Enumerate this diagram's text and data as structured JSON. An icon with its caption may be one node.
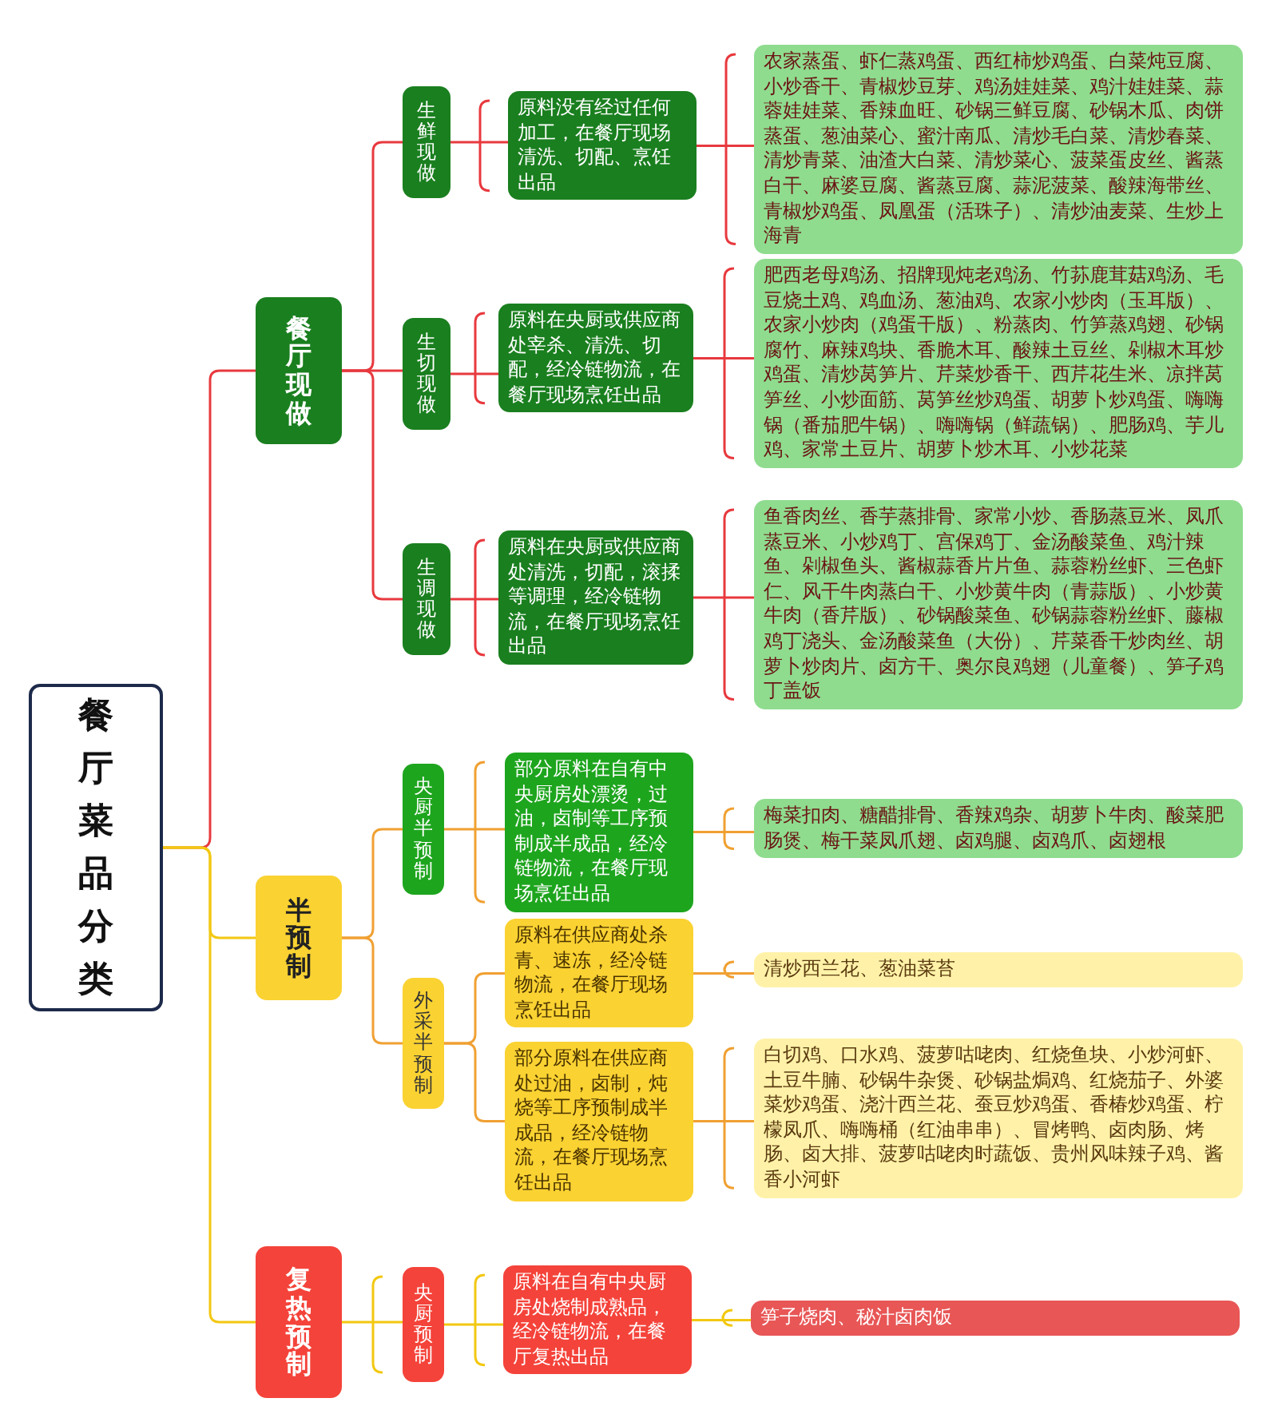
{
  "diagram": {
    "nodes": [
      {
        "text": [
          "餐厅菜品分类"
        ]
      },
      {
        "text": [
          "餐厅现做"
        ]
      },
      {
        "text": [
          "生鲜现做"
        ]
      },
      {
        "text": [
          "原料没有经过任何加工，在餐厅现场清洗、切配、烹饪出品"
        ]
      },
      {
        "text": [
          "农家蒸蛋、虾仁蒸鸡蛋、西红柿炒鸡蛋、白菜炖豆腐、小炒香干、青椒炒豆芽、鸡汤娃娃菜、鸡汁娃娃菜、蒜蓉娃娃菜、香辣血旺、砂锅三鲜豆腐、砂锅木瓜、肉饼蒸蛋、葱油菜心、蜜汁南瓜、清炒毛白菜、清炒春菜、清炒青菜、油渣大白菜、清炒菜心、菠菜蛋皮丝、酱蒸白干、麻婆豆腐、酱蒸豆腐、蒜泥菠菜、酸辣海带丝、青椒炒鸡蛋、凤凰蛋（活珠子）、清炒油麦菜、生炒上海青"
        ]
      },
      {
        "text": [
          "生切现做"
        ]
      },
      {
        "text": [
          "原料在央厨或供应商处宰杀、清洗、切配，经冷链物流，在餐厅现场烹饪出品"
        ]
      },
      {
        "text": [
          "肥西老母鸡汤、招牌现炖老鸡汤、竹荪鹿茸菇鸡汤、毛豆烧土鸡、鸡血汤、葱油鸡、农家小炒肉（玉耳版）、农家小炒肉（鸡蛋干版）、粉蒸肉、竹笋蒸鸡翅、砂锅腐竹、麻辣鸡块、香脆木耳、酸辣土豆丝、剁椒木耳炒鸡蛋、清炒莴笋片、芹菜炒香干、西芹花生米、凉拌莴笋丝、小炒面筋、莴笋丝炒鸡蛋、胡萝卜炒鸡蛋、嗨嗨锅（番茄肥牛锅）、嗨嗨锅（鲜蔬锅）、肥肠鸡、芋儿鸡、家常土豆片、胡萝卜炒木耳、小炒花菜"
        ]
      },
      {
        "text": [
          "生调现做"
        ]
      },
      {
        "text": [
          "原料在央厨或供应商处清洗，切配，滚揉等调理，经冷链物流，在餐厅现场烹饪出品"
        ]
      },
      {
        "text": [
          "鱼香肉丝、香芋蒸排骨、家常小炒、香肠蒸豆米、凤爪蒸豆米、小炒鸡丁、宫保鸡丁、金汤酸菜鱼、鸡汁辣鱼、剁椒鱼头、酱椒蒜香片片鱼、蒜蓉粉丝虾、三色虾仁、风干牛肉蒸白干、小炒黄牛肉（青蒜版）、小炒黄牛肉（香芹版）、砂锅酸菜鱼、砂锅蒜蓉粉丝虾、藤椒鸡丁浇头、金汤酸菜鱼（大份）、芹菜香干炒肉丝、胡萝卜炒肉片、卤方干、奥尔良鸡翅（儿童餐）、笋子鸡丁盖饭"
        ]
      },
      {
        "text": [
          "半预制"
        ]
      },
      {
        "text": [
          "央厨半预制"
        ]
      },
      {
        "text": [
          "部分原料在自有中央厨房处漂烫，过油，卤制等工序预制成半成品，经冷链物流，在餐厅现场烹饪出品"
        ]
      },
      {
        "text": [
          "梅菜扣肉、糖醋排骨、香辣鸡杂、胡萝卜牛肉、酸菜肥肠煲、梅干菜凤爪翅、卤鸡腿、卤鸡爪、卤翅根"
        ]
      },
      {
        "text": [
          "外采半预制"
        ]
      },
      {
        "text": [
          "原料在供应商处杀青、速冻，经冷链物流，在餐厅现场烹饪出品"
        ]
      },
      {
        "text": [
          "清炒西兰花、葱油菜苔"
        ]
      },
      {
        "text": [
          "部分原料在供应商处过油，卤制，炖烧等工序预制成半成品，经冷链物流，在餐厅现场烹饪出品"
        ]
      },
      {
        "text": [
          "白切鸡、口水鸡、菠萝咕咾肉、红烧鱼块、小炒河虾、土豆牛腩、砂锅牛杂煲、砂锅盐焗鸡、红烧茄子、外婆菜炒鸡蛋、浇汁西兰花、蚕豆炒鸡蛋、香椿炒鸡蛋、柠檬凤爪、嗨嗨桶（红油串串）、冒烤鸭、卤肉肠、烤肠、卤大排、菠萝咕咾肉时蔬饭、贵州风味辣子鸡、酱香小河虾"
        ]
      },
      {
        "text": [
          "复热预制"
        ]
      },
      {
        "text": [
          "央厨预制"
        ]
      },
      {
        "text": [
          "原料在自有中央厨房处烧制成熟品，经冷链物流，在餐厅复热出品"
        ]
      },
      {
        "text": [
          "笋子烧肉、秘汁卤肉饭"
        ]
      }
    ],
    "edges": [
      {
        "from": 0,
        "to": 1,
        "arrow": "none"
      },
      {
        "from": 0,
        "to": 11,
        "arrow": "none",
        "color": "#f2c811"
      },
      {
        "from": 0,
        "to": 20,
        "arrow": "none",
        "color": "#f2c811"
      },
      {
        "from": 1,
        "to": 2,
        "arrow": "none"
      },
      {
        "from": 1,
        "to": 5,
        "arrow": "none"
      },
      {
        "from": 1,
        "to": 8,
        "arrow": "none"
      },
      {
        "from": 2,
        "to": 3,
        "arrow": "none"
      },
      {
        "from": 3,
        "to": 4,
        "arrow": "none"
      },
      {
        "from": 5,
        "to": 6,
        "arrow": "none"
      },
      {
        "from": 6,
        "to": 7,
        "arrow": "none"
      },
      {
        "from": 8,
        "to": 9,
        "arrow": "none"
      },
      {
        "from": 9,
        "to": 10,
        "arrow": "none"
      },
      {
        "from": 11,
        "to": 12,
        "arrow": "none",
        "color": "#f0a032"
      },
      {
        "from": 11,
        "to": 15,
        "arrow": "none",
        "color": "#f0a032"
      },
      {
        "from": 12,
        "to": 13,
        "arrow": "none",
        "color": "#f0a032"
      },
      {
        "from": 13,
        "to": 14,
        "arrow": "none",
        "color": "#f0a032"
      },
      {
        "from": 15,
        "to": 16,
        "arrow": "none",
        "color": "#f0a032"
      },
      {
        "from": 15,
        "to": 18,
        "arrow": "none",
        "color": "#f0a032"
      },
      {
        "from": 16,
        "to": 17,
        "arrow": "none",
        "color": "#f0a032"
      },
      {
        "from": 18,
        "to": 19,
        "arrow": "none",
        "color": "#f0a032"
      },
      {
        "from": 20,
        "to": 21,
        "arrow": "none",
        "color": "#f2c811"
      },
      {
        "from": 21,
        "to": 22,
        "arrow": "none",
        "color": "#f2c811"
      },
      {
        "from": 22,
        "to": 23,
        "arrow": "none",
        "color": "#f2c811"
      }
    ]
  }
}
